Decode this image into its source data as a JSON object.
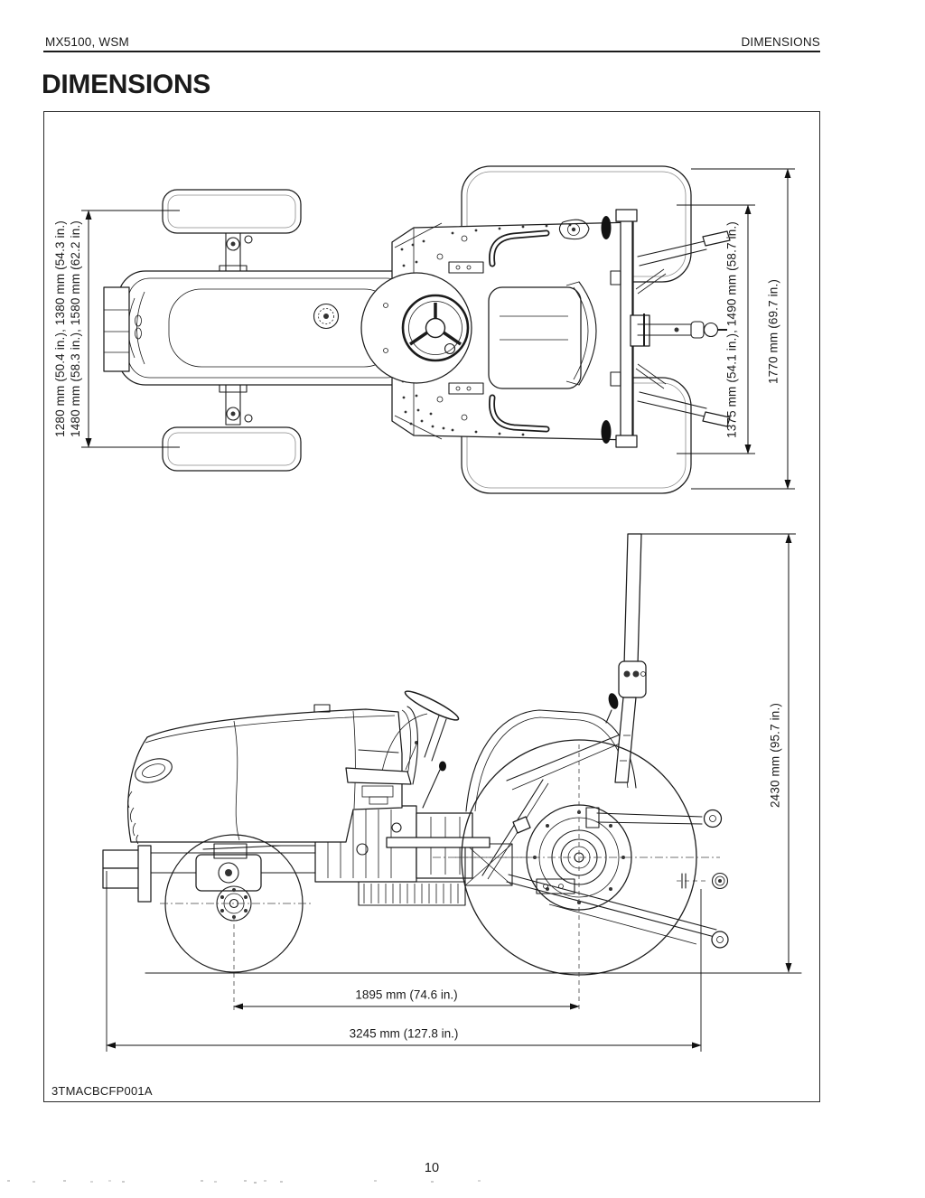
{
  "page": {
    "header": {
      "left": "MX5100, WSM",
      "right": "DIMENSIONS"
    },
    "title": "DIMENSIONS",
    "page_number": "10"
  },
  "figure": {
    "code": "3TMACBCFP001A",
    "drawing": "Kubota MX5100 tractor dimension diagram, top view and left-side view",
    "dimensions": {
      "front_tread_line1": "1280 mm (50.4 in.), 1380 mm (54.3 in.)",
      "front_tread_line2": "1480 mm (58.3 in.), 1580 mm (62.2 in.)",
      "rear_tread": "1375 mm (54.1 in.), 1490 mm (58.7 in.)",
      "overall_width": "1770 mm (69.7 in.)",
      "overall_height": "2430 mm (95.7 in.)",
      "wheelbase": "1895 mm (74.6 in.)",
      "overall_length": "3245 mm (127.8 in.)"
    }
  }
}
